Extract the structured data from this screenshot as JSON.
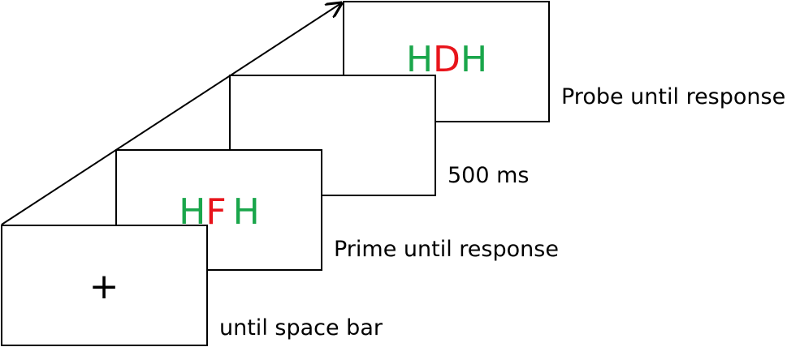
{
  "colors": {
    "flanker": "#1aa64b",
    "target": "#e8141b",
    "frame": "#000000"
  },
  "screens": [
    {
      "stimulus": {
        "text": "+"
      },
      "label": "until space bar"
    },
    {
      "stimulus": {
        "flanker_left": "H",
        "target": "F",
        "flanker_right": "H"
      },
      "label": "Prime until response"
    },
    {
      "stimulus": null,
      "label": "500 ms"
    },
    {
      "stimulus": {
        "flanker_left": "H",
        "target": "D",
        "flanker_right": "H"
      },
      "label": "Probe until response"
    }
  ]
}
